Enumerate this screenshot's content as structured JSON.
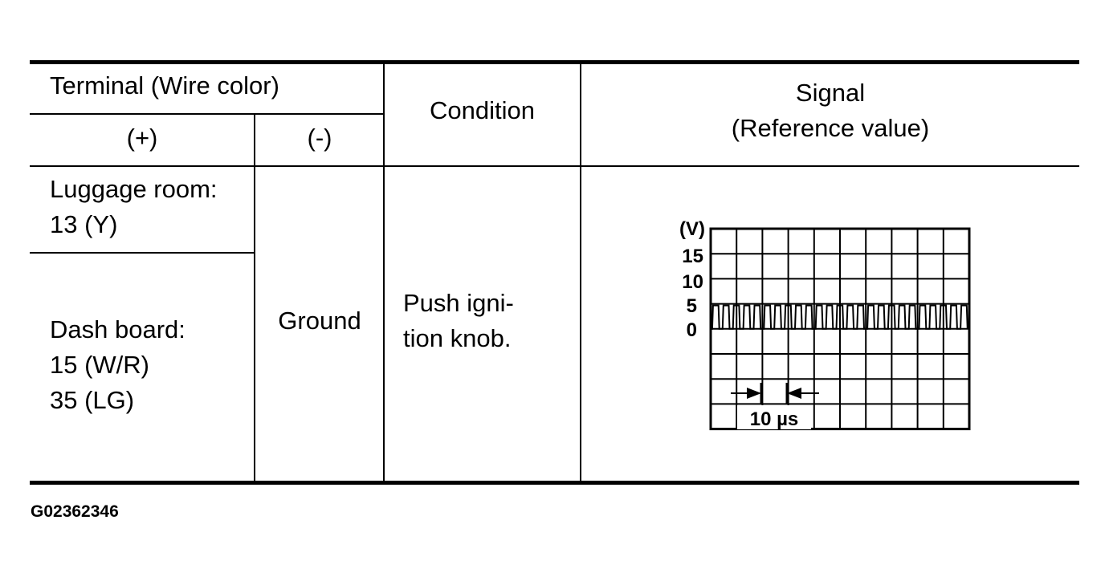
{
  "table": {
    "header": {
      "terminal": "Terminal (Wire color)",
      "plus": "(+)",
      "minus": "(-)",
      "condition": "Condition",
      "signal": "Signal\n(Reference value)"
    },
    "rows": [
      {
        "plus": "Luggage room:\n13 (Y)"
      },
      {
        "plus": "Dash board:\n15 (W/R)\n35 (LG)"
      }
    ],
    "minus": "Ground",
    "condition": "Push igni-\ntion knob."
  },
  "waveform": {
    "unit": "(V)",
    "y_ticks": [
      "15",
      "10",
      "5",
      "0"
    ],
    "time_label": "10 µs",
    "grid_columns": 10,
    "grid_rows": 8,
    "pulses_per_division": 2.5
  },
  "figure_id": "G02362346"
}
